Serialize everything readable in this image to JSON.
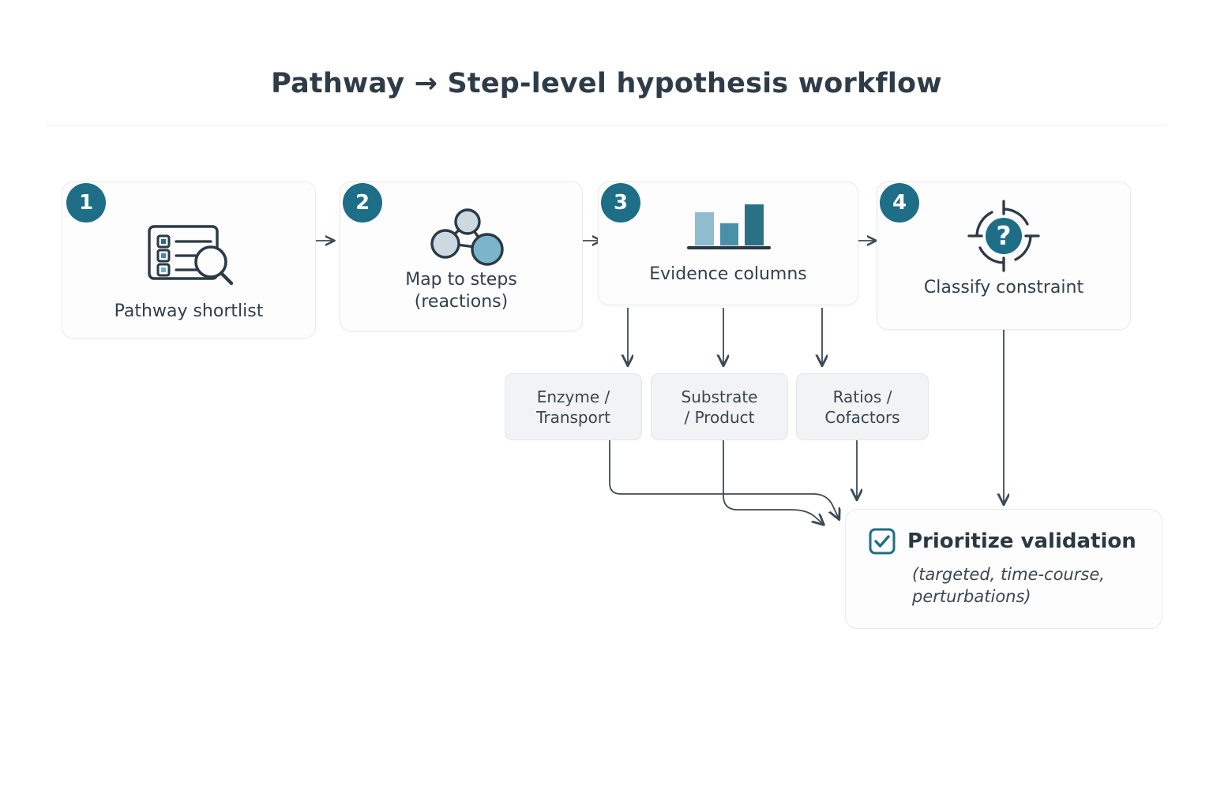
{
  "header": {
    "title": "Pathway → Step-level hypothesis workflow"
  },
  "colors": {
    "badge": "#1d6e86",
    "accent_dark": "#2a7186",
    "accent_mid": "#4a90a8",
    "accent_light": "#8fbcce",
    "ink": "#2e3c48",
    "wire": "#3c4a57",
    "card_bg": "#fdfdfe",
    "sub_bg": "#f1f3f5",
    "background": "#ffffff"
  },
  "steps": [
    {
      "number": "1",
      "label": "Pathway shortlist",
      "sublabel": "",
      "icon": "list-search-icon"
    },
    {
      "number": "2",
      "label": "Map to steps",
      "sublabel": "(reactions)",
      "icon": "network-nodes-icon"
    },
    {
      "number": "3",
      "label": "Evidence columns",
      "sublabel": "",
      "icon": "bar-chart-icon"
    },
    {
      "number": "4",
      "label": "Classify constraint",
      "sublabel": "",
      "icon": "target-question-icon"
    }
  ],
  "evidence_columns": [
    {
      "line1": "Enzyme /",
      "line2": "Transport"
    },
    {
      "line1": "Substrate",
      "line2": "/ Product"
    },
    {
      "line1": "Ratios /",
      "line2": "Cofactors"
    }
  ],
  "outcome": {
    "title": "Prioritize validation",
    "note": "(targeted, time-course, perturbations)",
    "icon": "checkbox-checked-icon"
  }
}
